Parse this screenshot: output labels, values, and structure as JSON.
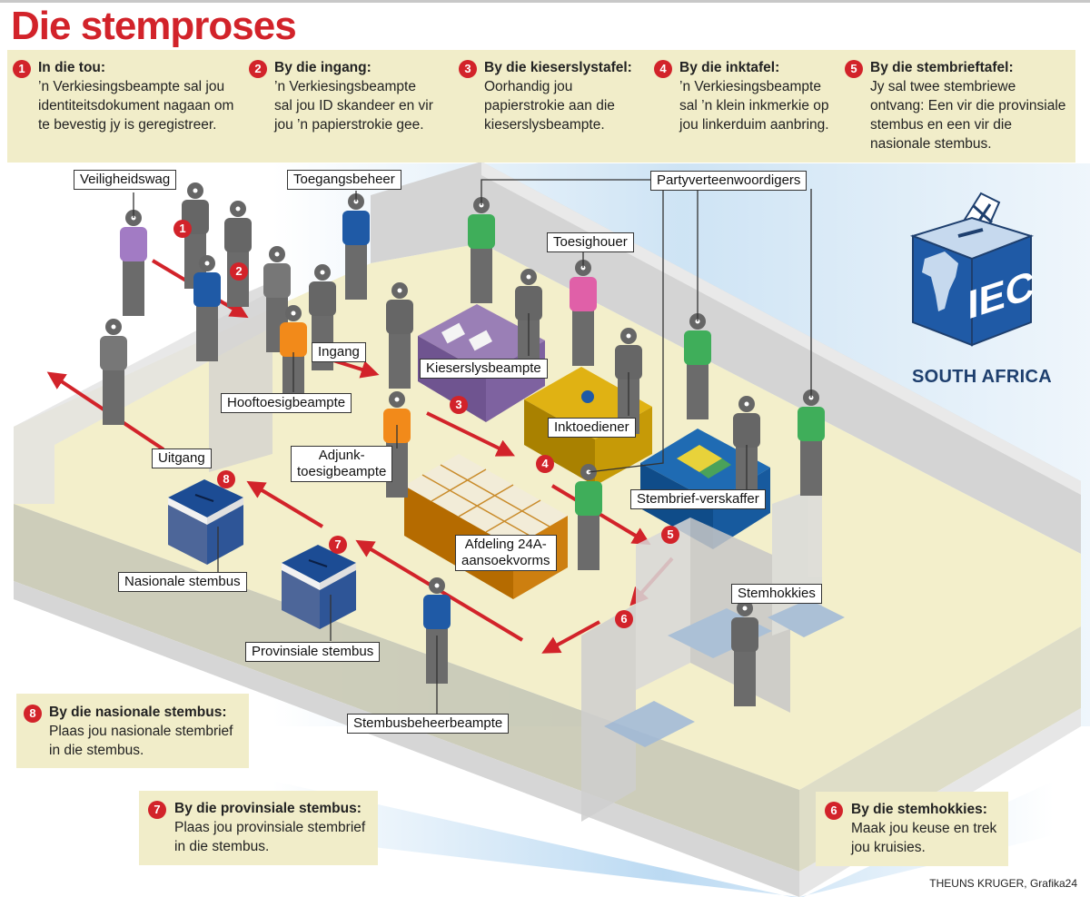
{
  "title": "Die stemproses",
  "steps": [
    {
      "num": "1",
      "heading": "In die tou:",
      "text": "’n Verkiesingsbeampte sal jou identiteitsdokument nagaan om te bevestig jy is geregistreer."
    },
    {
      "num": "2",
      "heading": "By die ingang:",
      "text": "’n Verkiesingsbeampte sal jou ID skandeer en vir jou ’n papierstrokie gee."
    },
    {
      "num": "3",
      "heading": "By die kieserslystafel:",
      "text": "Oorhandig jou papierstrokie aan die kieserslysbeampte."
    },
    {
      "num": "4",
      "heading": "By die inktafel:",
      "text": "’n Verkiesingsbeampte sal ’n klein inkmerkie op jou linkerduim aanbring."
    },
    {
      "num": "5",
      "heading": "By die stembrieftafel:",
      "text": "Jy sal twee stembriewe ontvang: Een vir die provinsiale stembus en een vir die nasionale stembus."
    },
    {
      "num": "6",
      "heading": "By die stemhokkies:",
      "text": "Maak jou keuse en trek jou kruisies."
    },
    {
      "num": "7",
      "heading": "By die provinsiale stembus:",
      "text": "Plaas jou provinsiale stembrief in die stembus."
    },
    {
      "num": "8",
      "heading": "By die nasionale stembus:",
      "text": "Plaas jou nasionale stembrief in die stembus."
    }
  ],
  "labels": {
    "security": "Veiligheidswag",
    "access": "Toegangsbeheer",
    "party_reps": "Partyverteenwoordigers",
    "supervisor": "Toesighouer",
    "entrance": "Ingang",
    "presiding": "Hooftoesigbeampte",
    "voters_roll": "Kieserslysbeampte",
    "inker": "Inktoediener",
    "exit": "Uitgang",
    "deputy_line1": "Adjunk-",
    "deputy_line2": "toesigbeampte",
    "ballot_issuer": "Stembrief-verskaffer",
    "section24a_line1": "Afdeling 24A-",
    "section24a_line2": "aansoekvorms",
    "national_box": "Nasionale stembus",
    "provincial_box": "Provinsiale stembus",
    "booths": "Stemhokkies",
    "ballot_box_officer": "Stembusbeheerbeampte"
  },
  "logo": {
    "acronym": "IEC",
    "country": "SOUTH AFRICA",
    "icon": "ballot-box-africa-icon"
  },
  "credit": "THEUNS KRUGER, Grafika24",
  "colors": {
    "accent_red": "#d2232a",
    "band": "#f1edc9",
    "iec_blue": "#1f5aa6",
    "floor": "#f3efcb"
  }
}
